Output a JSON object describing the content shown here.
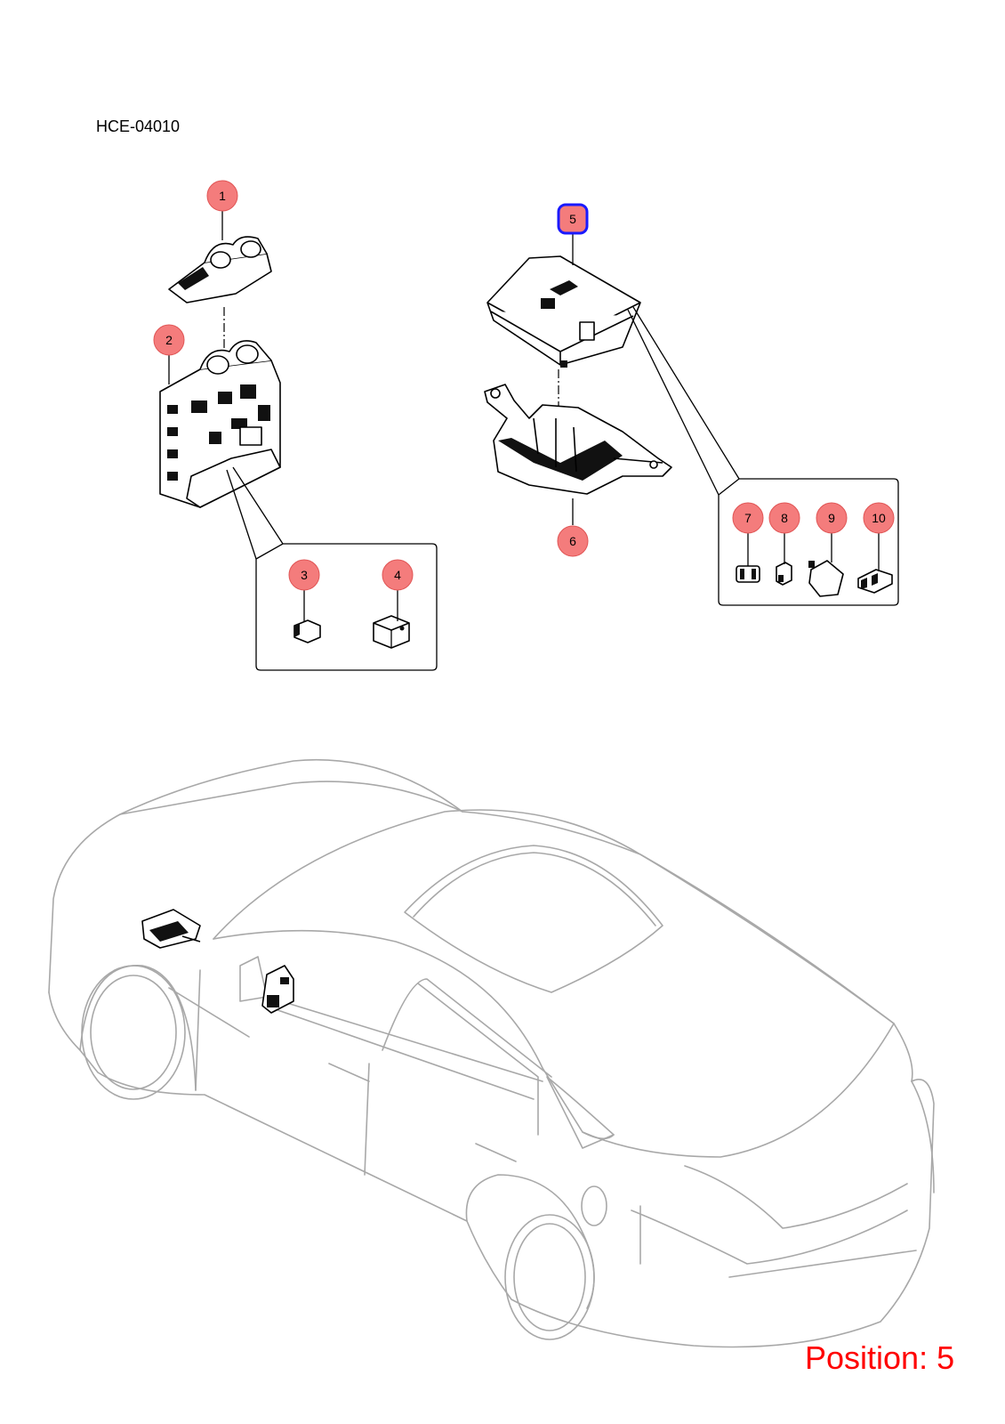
{
  "header": {
    "code": "HCE-04010"
  },
  "footer": {
    "position_text": "Position: 5"
  },
  "callouts": [
    {
      "label": "1",
      "selected": false
    },
    {
      "label": "2",
      "selected": false
    },
    {
      "label": "3",
      "selected": false
    },
    {
      "label": "4",
      "selected": false
    },
    {
      "label": "5",
      "selected": true
    },
    {
      "label": "6",
      "selected": false
    },
    {
      "label": "7",
      "selected": false
    },
    {
      "label": "8",
      "selected": false
    },
    {
      "label": "9",
      "selected": false
    },
    {
      "label": "10",
      "selected": false
    }
  ],
  "colors": {
    "callout_fill": "#f47c7c",
    "callout_stroke": "#e05555",
    "selected_outline": "#1a1aff",
    "position_text": "#ff0000",
    "car_outline": "#a8a8a8"
  }
}
